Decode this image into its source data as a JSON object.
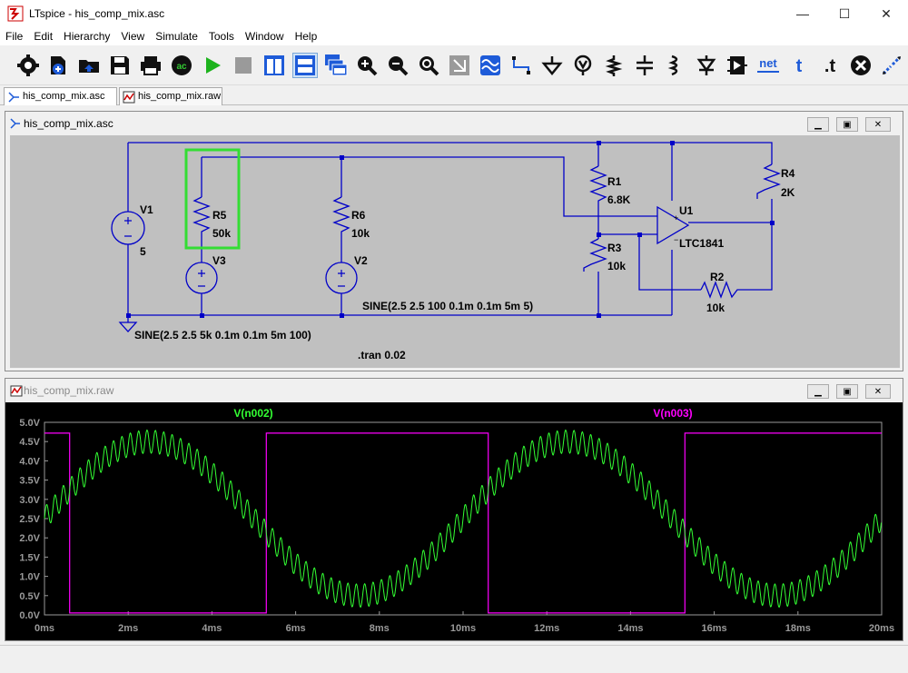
{
  "window": {
    "title": "LTspice - his_comp_mix.asc",
    "minimize": "—",
    "maximize": "☐",
    "close": "✕"
  },
  "menu": [
    "File",
    "Edit",
    "Hierarchy",
    "View",
    "Simulate",
    "Tools",
    "Window",
    "Help"
  ],
  "toolbar": {
    "icons": [
      "gear-icon",
      "new-schematic-icon",
      "open-icon",
      "save-icon",
      "print-icon",
      "ac-icon",
      "run-icon",
      "halt-icon",
      "tile-vertical-icon",
      "tile-horizontal-icon",
      "cascade-icon",
      "zoom-in-icon",
      "zoom-out-icon",
      "zoom-fit-icon",
      "zoom-back-icon",
      "autorange-icon",
      "wire-icon",
      "ground-icon",
      "label-icon",
      "resistor-icon",
      "capacitor-icon",
      "inductor-icon",
      "diode-icon",
      "component-icon",
      "spice-net-icon",
      "text-icon",
      "spice-directive-icon",
      "delete-icon",
      "move-icon"
    ],
    "ac_label": "ac",
    "net_label": "net",
    "text_label": "t",
    "directive_label": ".t"
  },
  "tabs": [
    {
      "label": "his_comp_mix.asc"
    },
    {
      "label": "his_comp_mix.raw"
    }
  ],
  "schematic": {
    "title": "his_comp_mix.asc",
    "labels": {
      "v1": "V1",
      "v1val": "5",
      "r5": "R5",
      "r5val": "50k",
      "v3": "V3",
      "r6": "R6",
      "r6val": "10k",
      "v2": "V2",
      "r1": "R1",
      "r1val": "6.8K",
      "r3": "R3",
      "r3val": "10k",
      "u1": "U1",
      "u1val": "LTC1841",
      "r4": "R4",
      "r4val": "2K",
      "r2": "R2",
      "r2val": "10k",
      "sine2": "SINE(2.5 2.5 100 0.1m 0.1m 5m 5)",
      "sine3": "SINE(2.5 2.5 5k 0.1m 0.1m 5m 100)",
      "tran": ".tran 0.02"
    },
    "highlight_color": "#33dd33"
  },
  "waveform": {
    "title": "his_comp_mix.raw",
    "chart_data": {
      "type": "line",
      "xlabel": "",
      "ylabel": "",
      "xlim": [
        0,
        20
      ],
      "ylim": [
        0,
        5
      ],
      "x_ticks": [
        "0ms",
        "2ms",
        "4ms",
        "6ms",
        "8ms",
        "10ms",
        "12ms",
        "14ms",
        "16ms",
        "18ms",
        "20ms"
      ],
      "y_ticks": [
        "0.0V",
        "0.5V",
        "1.0V",
        "1.5V",
        "2.0V",
        "2.5V",
        "3.0V",
        "3.5V",
        "4.0V",
        "4.5V",
        "5.0V"
      ],
      "series": [
        {
          "name": "V(n002)",
          "color": "#33ff33",
          "description": "2.5V offset, 2.5V amplitude 100Hz sine (as composed with 5kHz ripple)",
          "x_ms": [
            0,
            2.5,
            5,
            7.5,
            10,
            12.5,
            15,
            17.5,
            20
          ],
          "values": [
            2.5,
            4.5,
            2.5,
            0.5,
            2.5,
            4.5,
            2.5,
            0.5,
            2.5
          ]
        },
        {
          "name": "V(n003)",
          "color": "#ff00ff",
          "x_ms": [
            0,
            0.6,
            0.6,
            5.3,
            5.3,
            10.6,
            10.6,
            15.3,
            15.3,
            20
          ],
          "values": [
            4.72,
            4.72,
            0.05,
            0.05,
            4.72,
            4.72,
            0.05,
            0.05,
            4.72,
            4.72
          ]
        }
      ]
    }
  }
}
